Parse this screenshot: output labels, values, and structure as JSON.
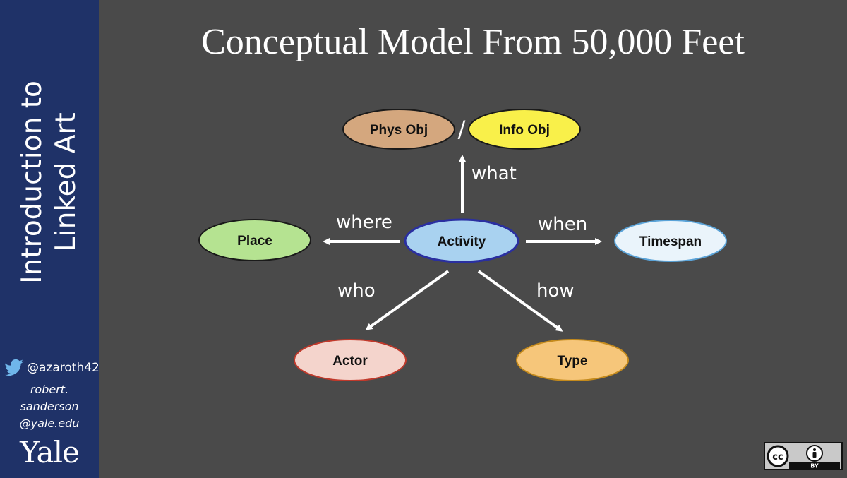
{
  "sidebar": {
    "title_lines": [
      "Introduction to",
      "Linked Art"
    ],
    "twitter_handle": "@azaroth42",
    "email_lines": [
      "robert.",
      "sanderson",
      "@yale.edu"
    ],
    "logo": "Yale",
    "colors": {
      "background": "#1f3268",
      "text": "#ffffff"
    }
  },
  "slide": {
    "title": "Conceptual Model From 50,000 Feet",
    "background": "#4a4a4a"
  },
  "diagram": {
    "nodes": {
      "phys_obj": {
        "label": "Phys Obj",
        "fill": "#d4a77e"
      },
      "info_obj": {
        "label": "Info Obj",
        "fill": "#f9f04a"
      },
      "place": {
        "label": "Place",
        "fill": "#b5e391"
      },
      "activity": {
        "label": "Activity",
        "fill": "#a9d2f0"
      },
      "timespan": {
        "label": "Timespan",
        "fill": "#eaf4fb"
      },
      "actor": {
        "label": "Actor",
        "fill": "#f4d4cc"
      },
      "type": {
        "label": "Type",
        "fill": "#f6c67a"
      }
    },
    "separator": "/",
    "edges": {
      "what": "what",
      "where": "where",
      "when": "when",
      "who": "who",
      "how": "how"
    }
  },
  "license": {
    "badge_text": "BY",
    "icons": [
      "cc-icon",
      "attribution-person-icon"
    ]
  }
}
